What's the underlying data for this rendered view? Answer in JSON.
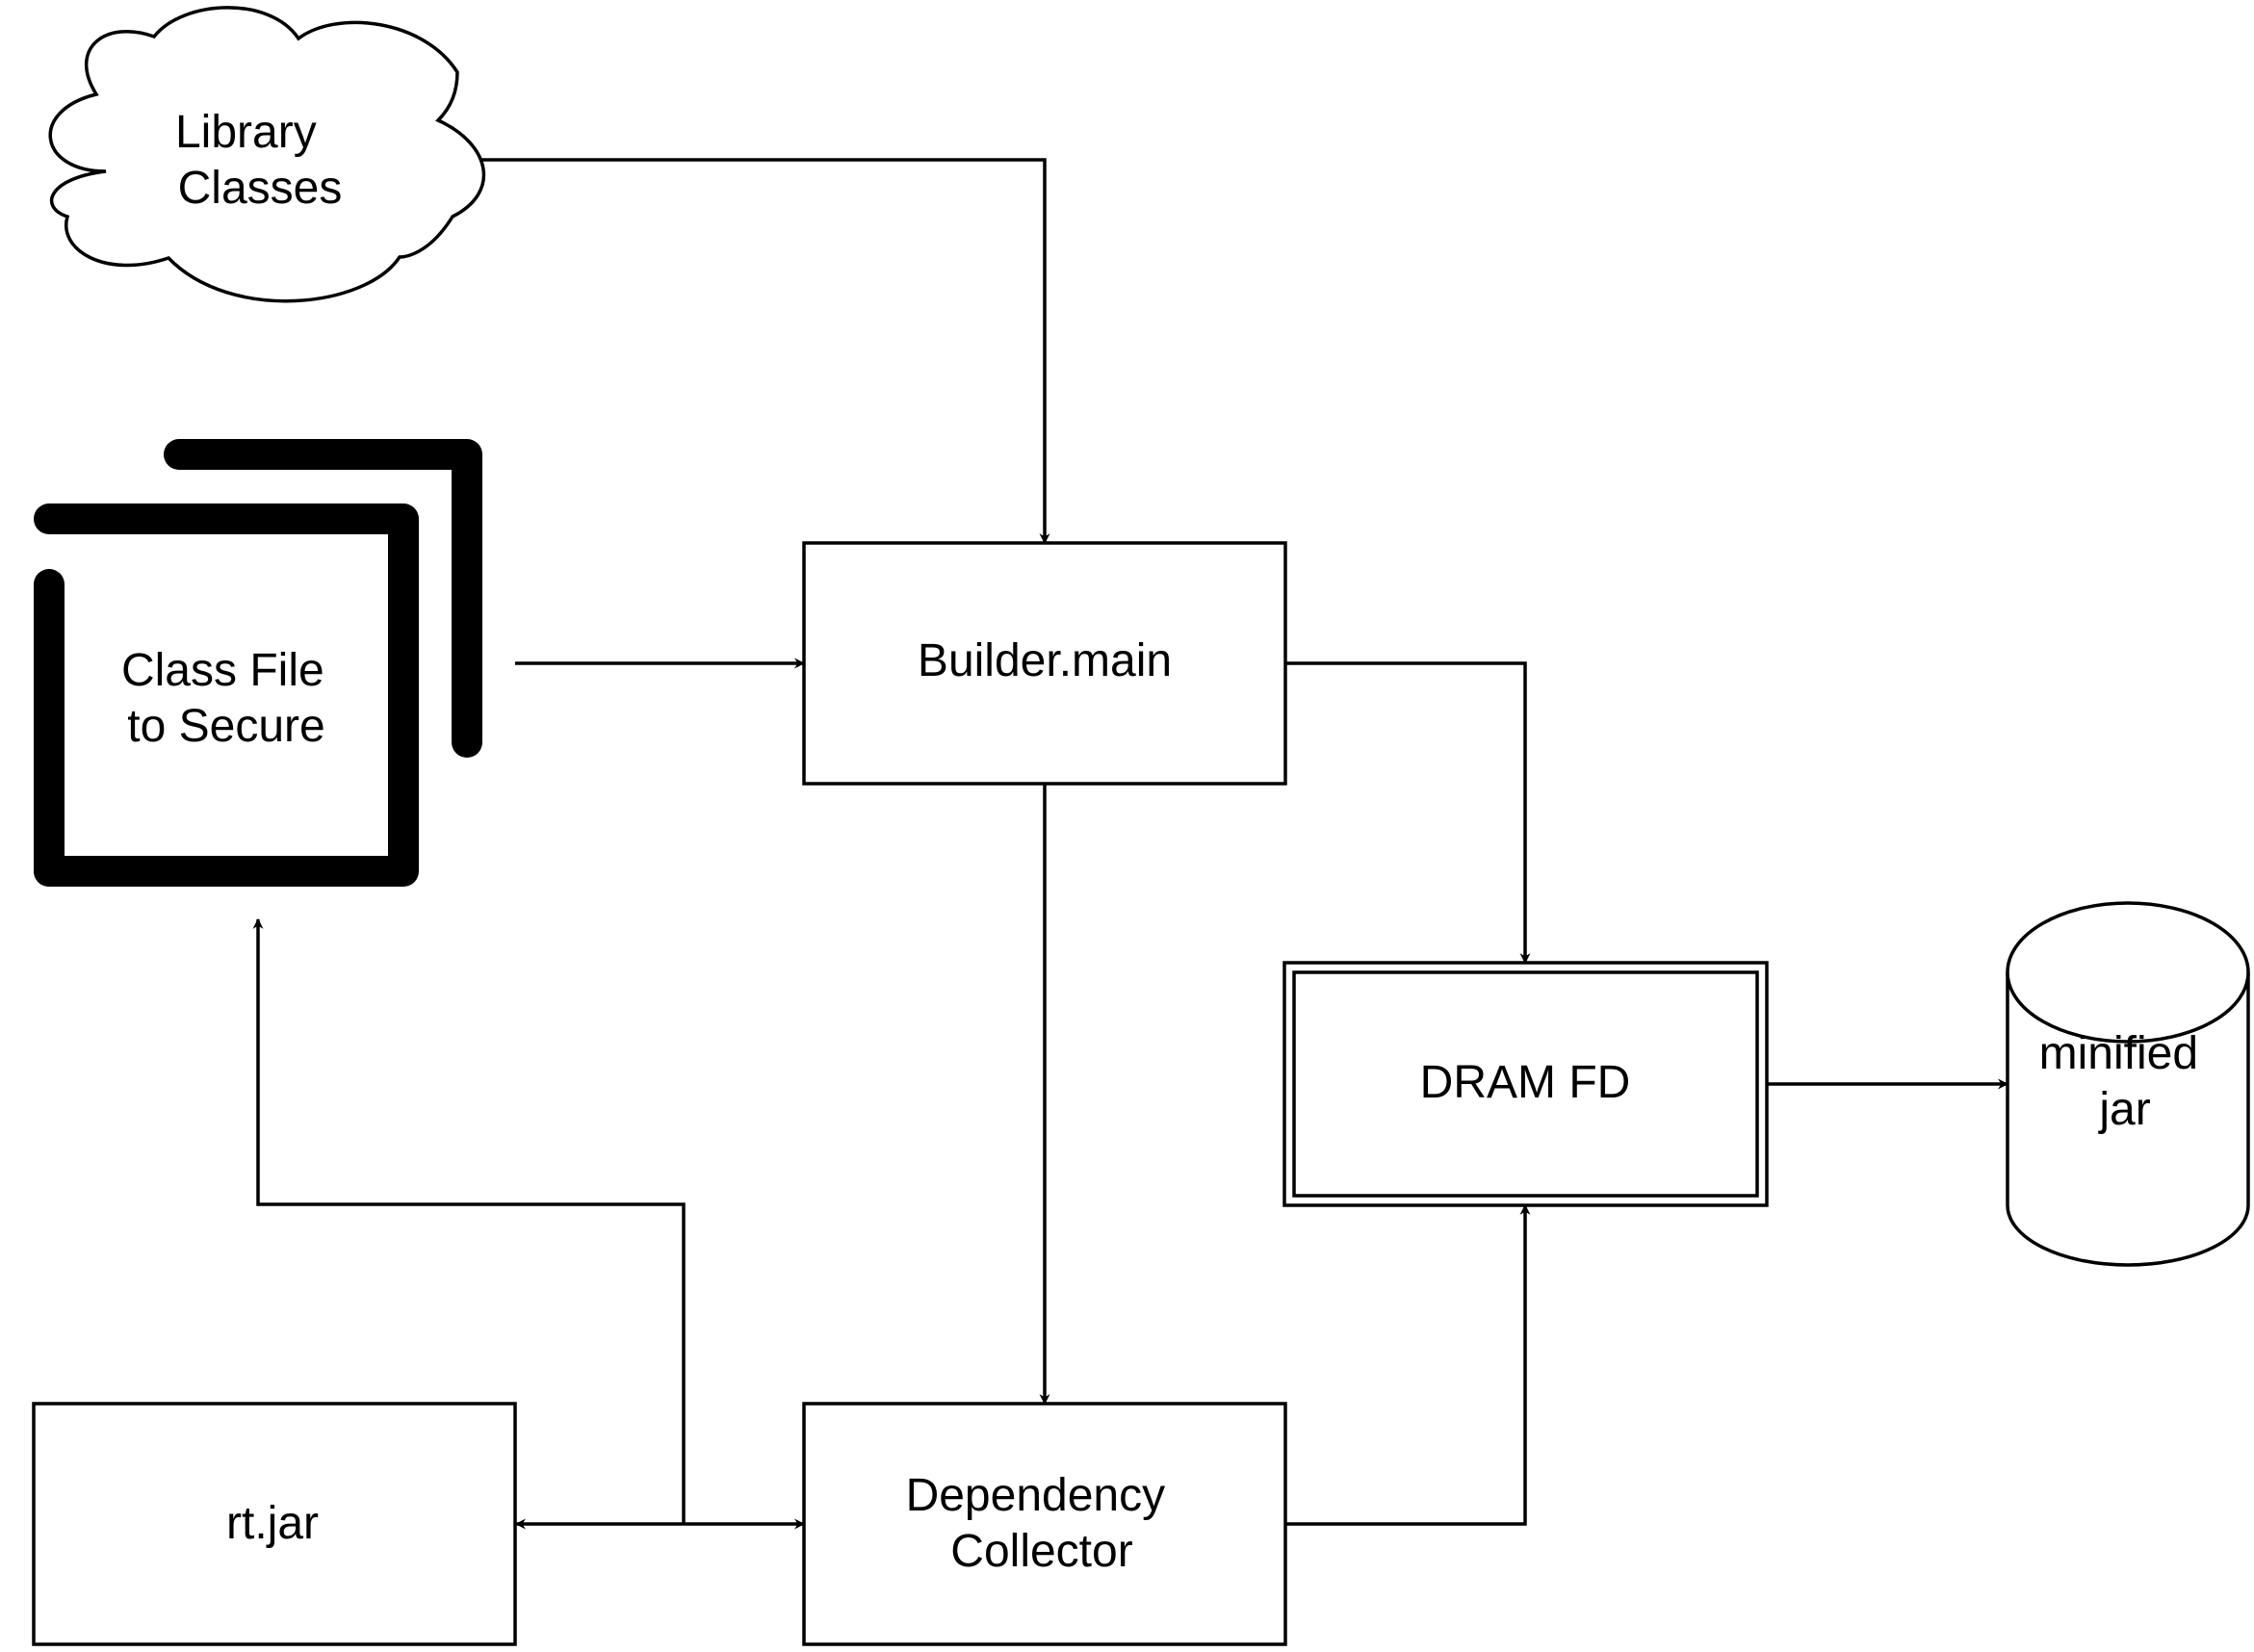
{
  "diagram": {
    "nodes": {
      "library_classes": {
        "label_lines": [
          "Library",
          "Classes"
        ]
      },
      "class_file": {
        "label_lines": [
          "Class File",
          "to Secure"
        ]
      },
      "builder_main": {
        "label_lines": [
          "Builder.main"
        ]
      },
      "dram_fd": {
        "label_lines": [
          "DRAM FD"
        ]
      },
      "minified_jar": {
        "label_lines": [
          "minified",
          "jar"
        ]
      },
      "rt_jar": {
        "label_lines": [
          "rt.jar"
        ]
      },
      "dependency_collector": {
        "label_lines": [
          "Dependency",
          "Collector"
        ]
      }
    },
    "edges": [
      {
        "from": "library_classes",
        "to": "builder_main"
      },
      {
        "from": "class_file",
        "to": "builder_main"
      },
      {
        "from": "builder_main",
        "to": "dram_fd"
      },
      {
        "from": "builder_main",
        "to": "dependency_collector"
      },
      {
        "from": "dram_fd",
        "to": "minified_jar"
      },
      {
        "from": "dependency_collector",
        "to": "dram_fd"
      },
      {
        "from": "dependency_collector",
        "to": "rt_jar"
      },
      {
        "from": "rt_jar",
        "to": "dependency_collector"
      },
      {
        "from": "dependency_collector",
        "to": "class_file"
      }
    ]
  },
  "colors": {
    "stroke": "#000000",
    "background": "#ffffff"
  }
}
